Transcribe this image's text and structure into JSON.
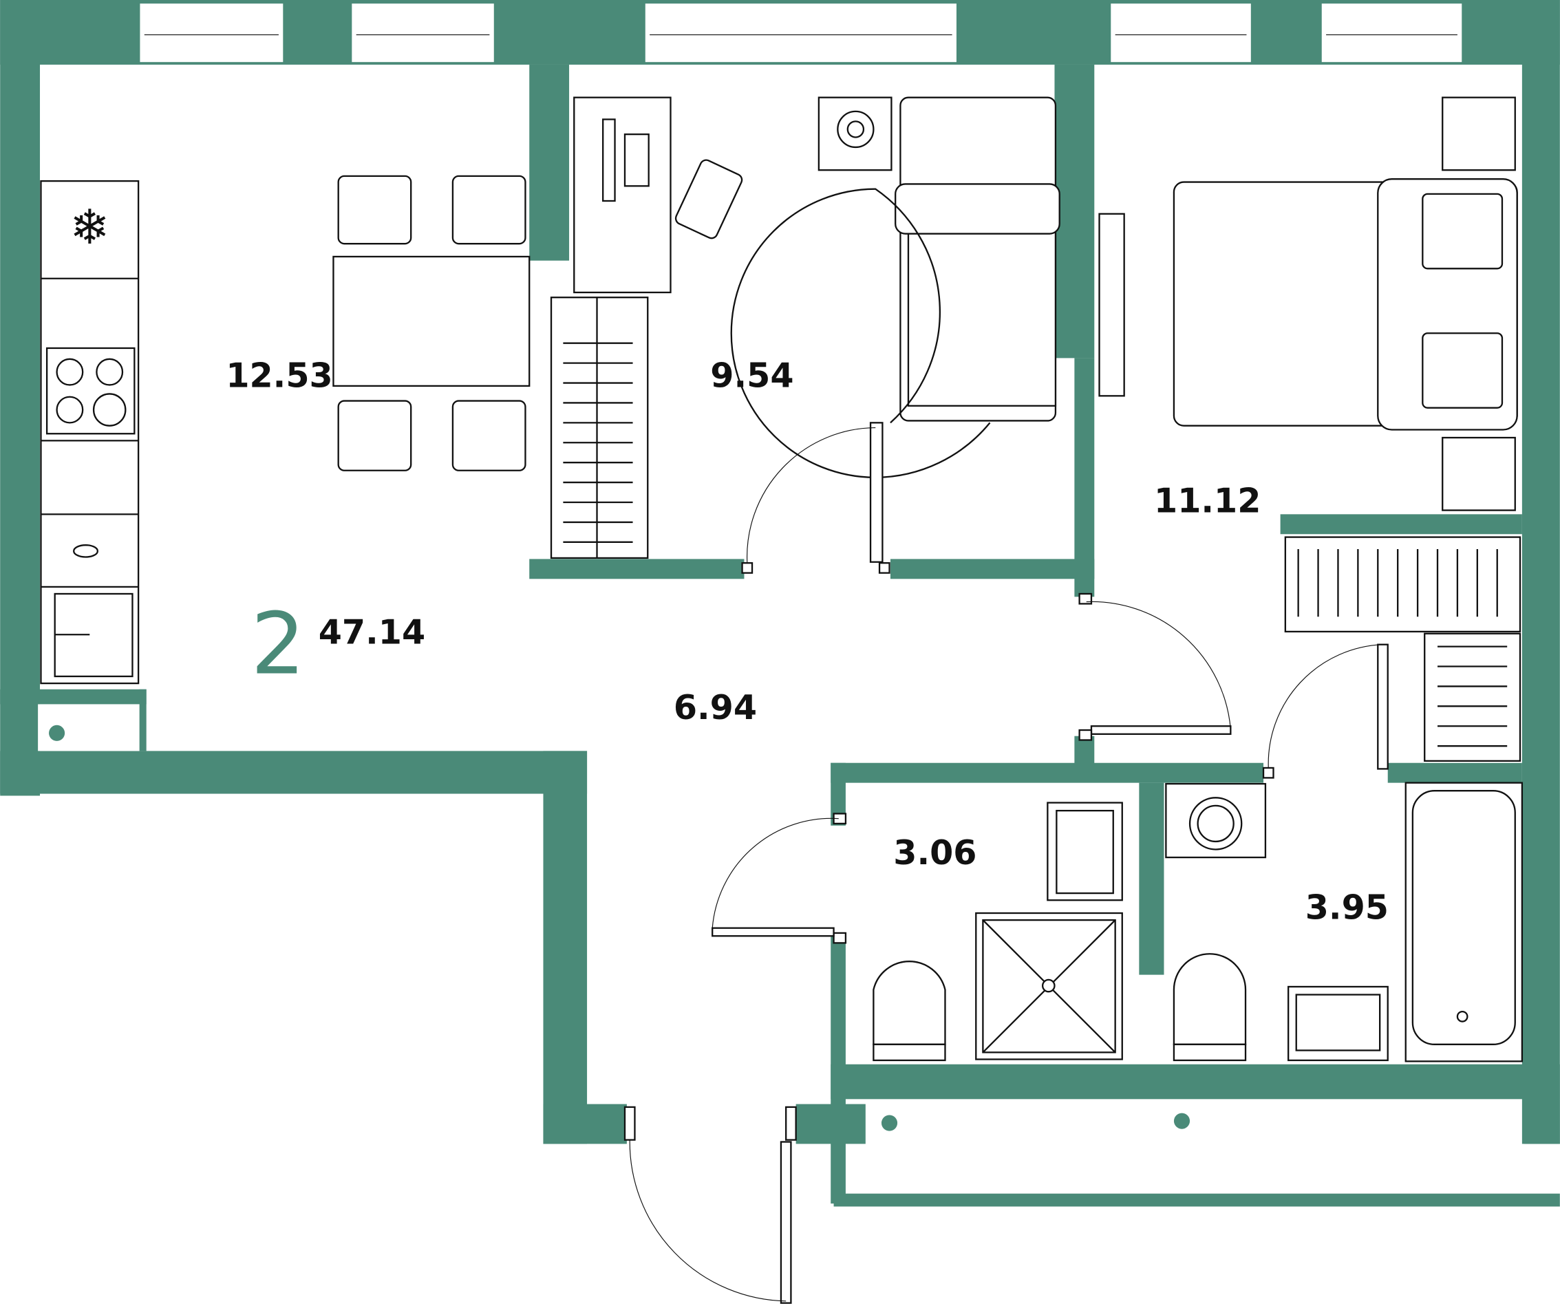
{
  "plan": {
    "rooms_count": "2",
    "total_area": "47.14",
    "colors": {
      "wall": "#4a8a78",
      "furniture_stroke": "#111111"
    },
    "rooms": [
      {
        "name": "kitchen-living",
        "area": "12.53"
      },
      {
        "name": "bedroom-1",
        "area": "9.54"
      },
      {
        "name": "bedroom-2",
        "area": "11.12"
      },
      {
        "name": "hallway",
        "area": "6.94"
      },
      {
        "name": "toilet-shower",
        "area": "3.06"
      },
      {
        "name": "bathroom",
        "area": "3.95"
      }
    ]
  }
}
